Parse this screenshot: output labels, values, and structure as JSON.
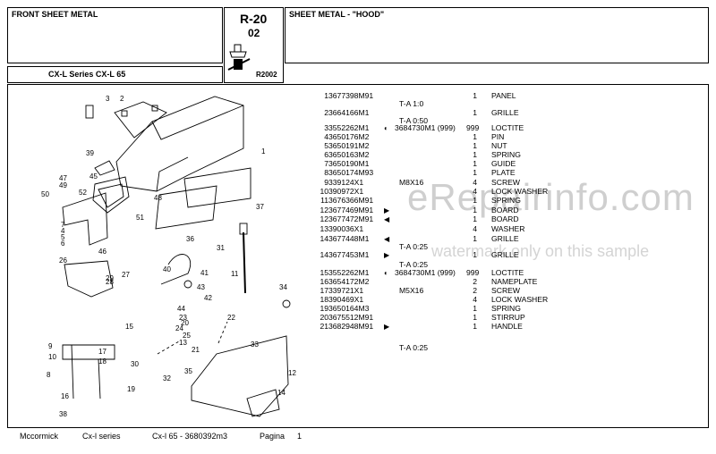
{
  "header": {
    "section": "FRONT SHEET METAL",
    "page_code": "R-20",
    "page_sub": "02",
    "ref_code": "R2002",
    "series": "CX-L Series CX-L 65",
    "title": "SHEET METAL - \"HOOD\""
  },
  "parts": [
    {
      "n": "1",
      "p": "3677398M91",
      "m": "",
      "s": "",
      "q": "1",
      "d": "PANEL"
    },
    {
      "n": "2",
      "p": "3664166M1",
      "m": "",
      "s": "",
      "q": "1",
      "d": "GRILLE"
    },
    {
      "n": "3",
      "p": "3552262M1",
      "m": "3684730M1  (999)",
      "s": "dot",
      "q": "999",
      "d": "LOCTITE"
    },
    {
      "n": "4",
      "p": "3650176M2",
      "m": "",
      "s": "",
      "q": "1",
      "d": "PIN"
    },
    {
      "n": "5",
      "p": "3650191M2",
      "m": "",
      "s": "",
      "q": "1",
      "d": "NUT"
    },
    {
      "n": "6",
      "p": "3650163M2",
      "m": "",
      "s": "",
      "q": "1",
      "d": "SPRING"
    },
    {
      "n": "7",
      "p": "3650190M1",
      "m": "",
      "s": "",
      "q": "1",
      "d": "GUIDE"
    },
    {
      "n": "8",
      "p": "3650174M93",
      "m": "",
      "s": "",
      "q": "1",
      "d": "PLATE"
    },
    {
      "n": "9",
      "p": "339124X1",
      "m": "M8X16",
      "s": "",
      "q": "4",
      "d": "SCREW"
    },
    {
      "n": "10",
      "p": "390972X1",
      "m": "",
      "s": "",
      "q": "4",
      "d": "LOCK WASHER"
    },
    {
      "n": "11",
      "p": "3676366M91",
      "m": "",
      "s": "",
      "q": "1",
      "d": "SPRING"
    },
    {
      "n": "12",
      "p": "3677469M91",
      "m": "",
      "s": "right",
      "q": "1",
      "d": "BOARD"
    },
    {
      "n": "12",
      "p": "3677472M91",
      "m": "",
      "s": "left",
      "q": "1",
      "d": "BOARD"
    },
    {
      "n": "13",
      "p": "390036X1",
      "m": "",
      "s": "",
      "q": "4",
      "d": "WASHER"
    },
    {
      "n": "14",
      "p": "3677448M1",
      "m": "",
      "s": "left",
      "q": "1",
      "d": "GRILLE"
    },
    {
      "n": "14",
      "p": "3677453M1",
      "m": "",
      "s": "right",
      "q": "1",
      "d": "GRILLE"
    },
    {
      "n": "15",
      "p": "3552262M1",
      "m": "3684730M1  (999)",
      "s": "dot",
      "q": "999",
      "d": "LOCTITE"
    },
    {
      "n": "16",
      "p": "3654172M2",
      "m": "",
      "s": "",
      "q": "2",
      "d": "NAMEPLATE"
    },
    {
      "n": "17",
      "p": "339721X1",
      "m": "M5X16",
      "s": "",
      "q": "2",
      "d": "SCREW"
    },
    {
      "n": "18",
      "p": "390469X1",
      "m": "",
      "s": "",
      "q": "4",
      "d": "LOCK WASHER"
    },
    {
      "n": "19",
      "p": "3650164M3",
      "m": "",
      "s": "",
      "q": "1",
      "d": "SPRING"
    },
    {
      "n": "20",
      "p": "3675512M91",
      "m": "",
      "s": "",
      "q": "1",
      "d": "STIRRUP"
    },
    {
      "n": "21",
      "p": "3682948M91",
      "m": "",
      "s": "right",
      "q": "1",
      "d": "HANDLE"
    }
  ],
  "ta_notes": [
    "T-A 1:0",
    "T-A 0:50",
    "T-A 0:25",
    "T-A 0:25",
    "T-A 0:25"
  ],
  "symbols": {
    "dot": "◐",
    "right": "▶",
    "left": "◀"
  },
  "footer": {
    "brand": "Mccormick",
    "series": "Cx-l series",
    "doc": "Cx-l 65 - 3680392m3",
    "page_label": "Pagina",
    "page_num": "1"
  },
  "watermark": {
    "main": "eRepairinfo.com",
    "sub": "watermark only on this sample"
  },
  "callouts": [
    "1",
    "2",
    "3",
    "4",
    "5",
    "6",
    "7",
    "8",
    "9",
    "10",
    "11",
    "12",
    "13",
    "14",
    "15",
    "16",
    "17",
    "18",
    "19",
    "20",
    "21",
    "22",
    "23",
    "24",
    "25",
    "26",
    "27",
    "28",
    "29",
    "30",
    "31",
    "32",
    "33",
    "34",
    "35",
    "36",
    "37",
    "38",
    "39",
    "40",
    "41",
    "42",
    "43",
    "44",
    "45",
    "46",
    "47",
    "48",
    "49",
    "50",
    "51",
    "52"
  ]
}
